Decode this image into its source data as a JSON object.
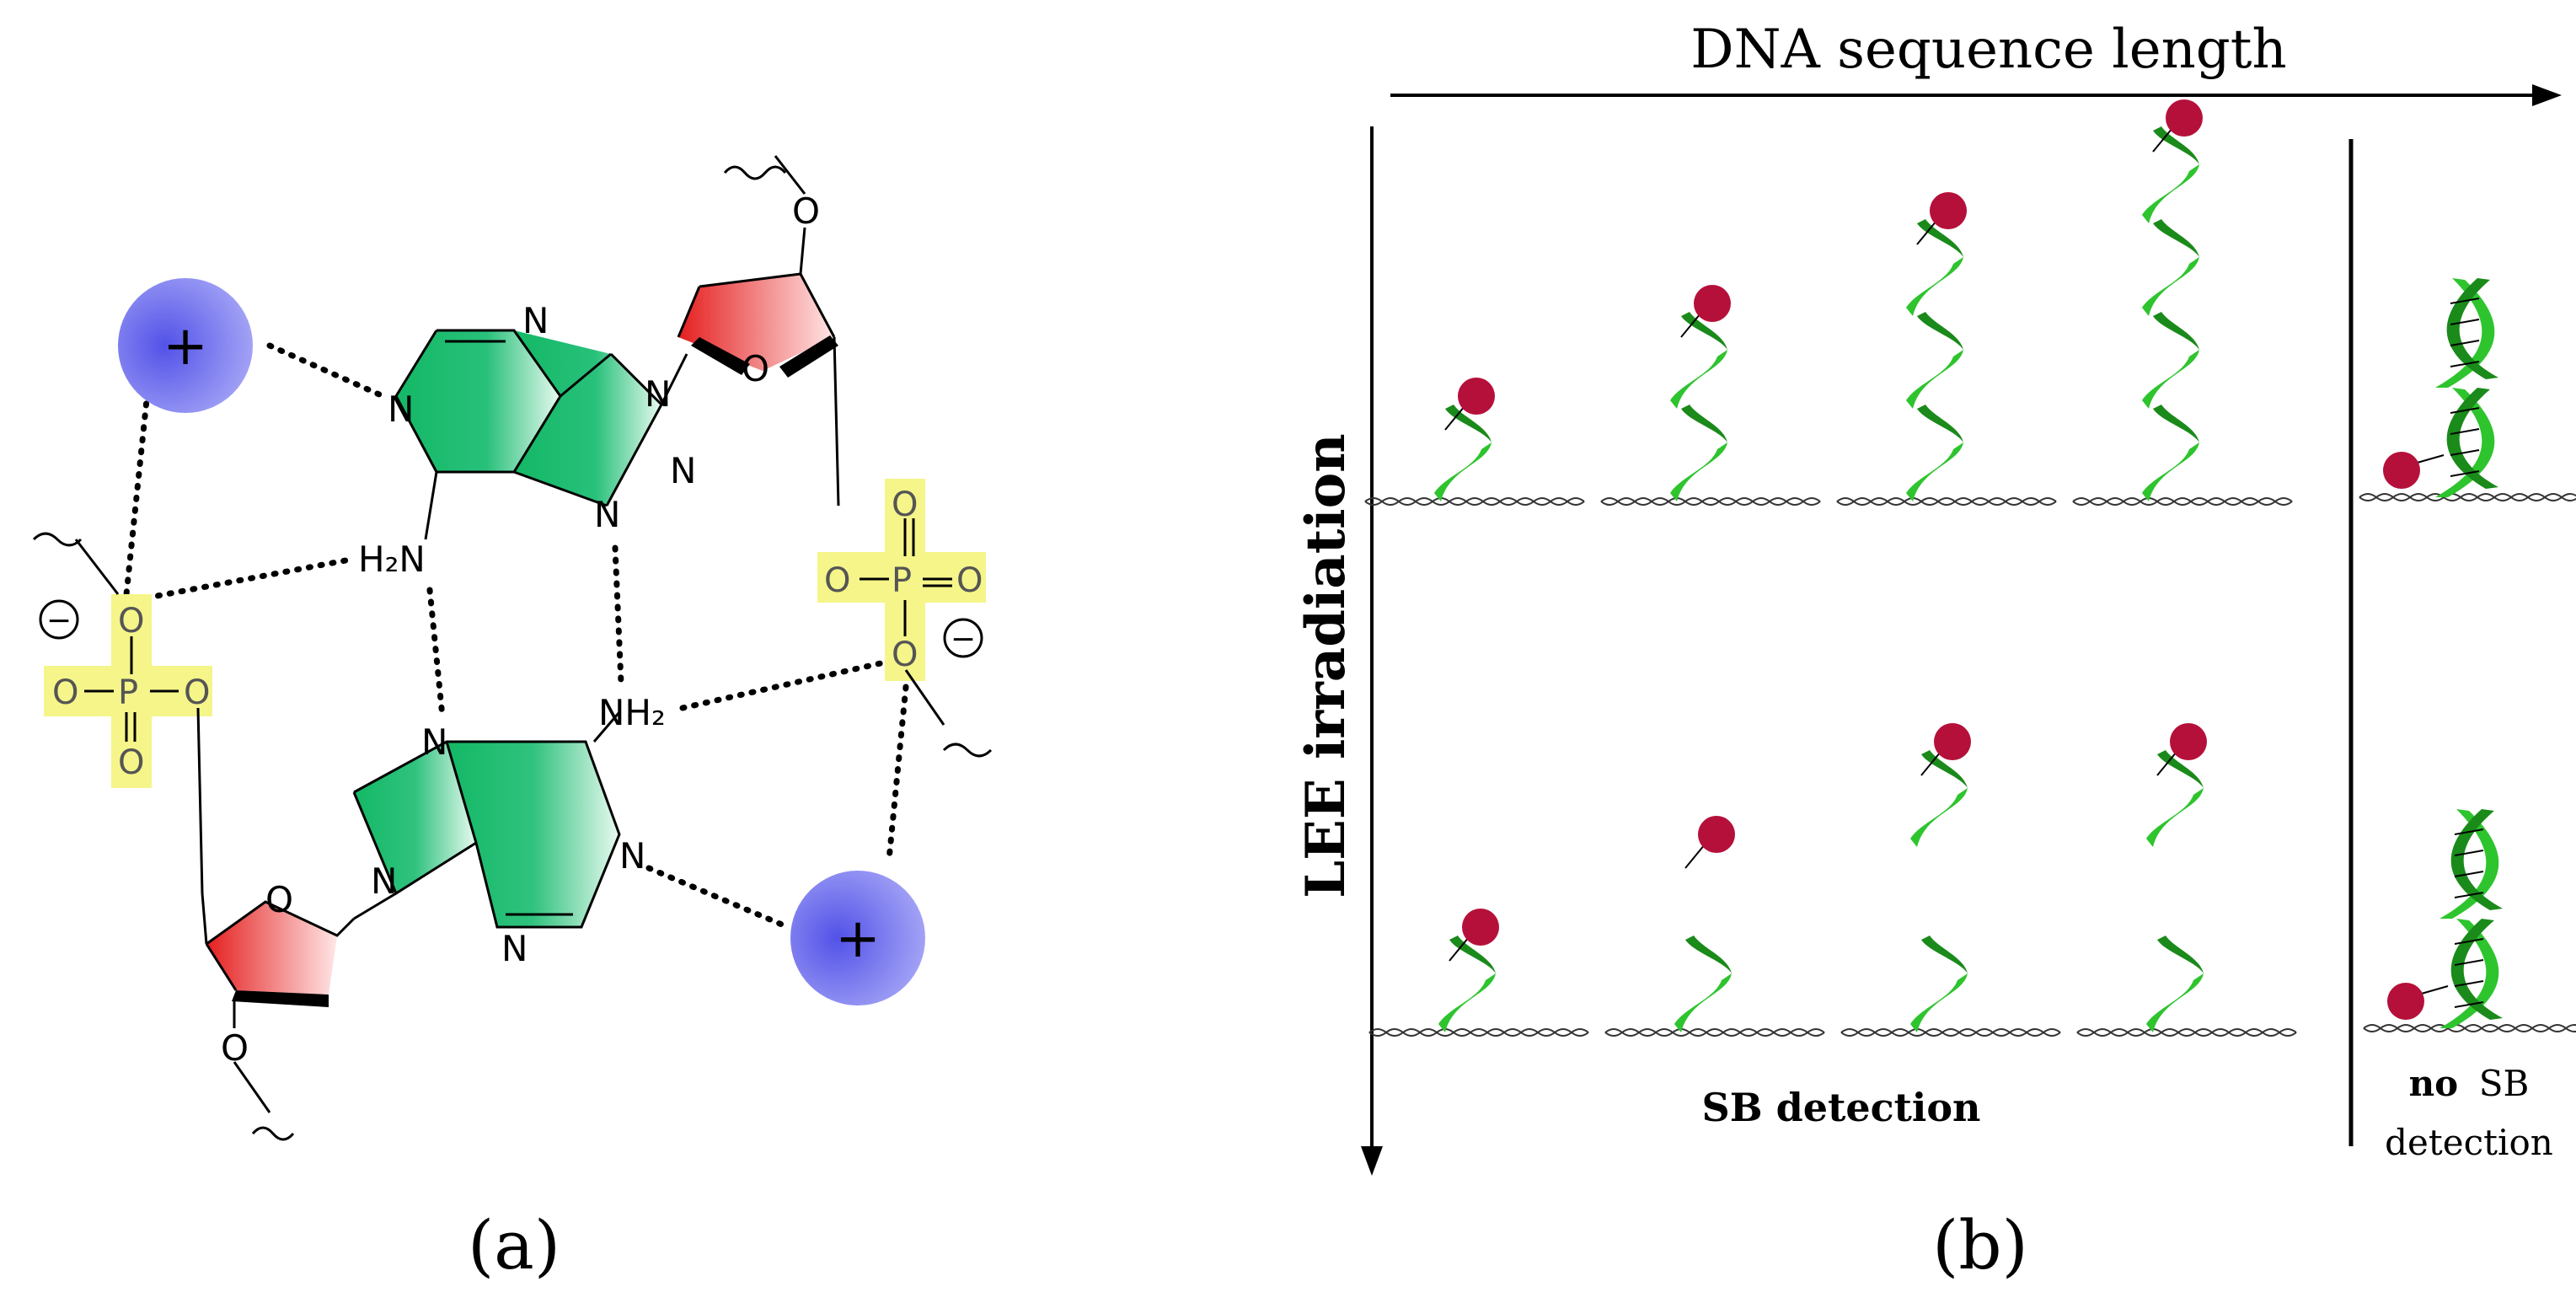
{
  "panel_a": {
    "caption": "(a)",
    "cation_label": "+",
    "anion_label": "−",
    "atoms": {
      "n": "N",
      "o": "O",
      "p": "P",
      "h2n": "H₂N",
      "nh2": "NH₂"
    },
    "colors": {
      "cation": "#6c6cf0",
      "purine": "#0fb56a",
      "sugar": "#e62a2a",
      "phosphate_highlight": "#f5f58a"
    }
  },
  "panel_b": {
    "caption": "(b)",
    "x_axis_label": "DNA sequence length",
    "y_axis_label": "LEE irradiation",
    "left_footer": "SB detection",
    "right_footer_bold": "no",
    "right_footer_rest": "SB",
    "right_footer_line2": "detection",
    "colors": {
      "strand": "#2ec42e",
      "strand_dark": "#1a8a1a",
      "bead": "#b5103a"
    },
    "top_row_lengths": [
      1,
      2,
      3,
      4
    ],
    "bottom_row_lengths": [
      1,
      2,
      3,
      4
    ]
  }
}
